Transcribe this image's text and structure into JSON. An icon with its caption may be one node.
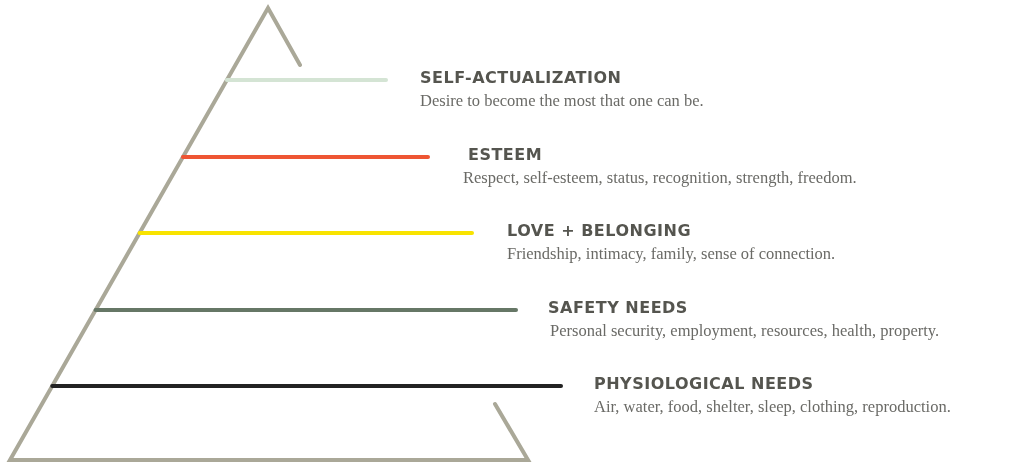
{
  "diagram": {
    "nodes": [
      {
        "text": [
          "SELF-ACTUALIZATION",
          "Desire to become the most that one can be."
        ]
      },
      {
        "text": [
          "ESTEEM",
          "Respect, self-esteem, status, recognition, strength, freedom."
        ]
      },
      {
        "text": [
          "LOVE + BELONGING",
          "Friendship, intimacy, family, sense of connection."
        ]
      },
      {
        "text": [
          "SAFETY NEEDS",
          "Personal security, employment, resources, health, property."
        ]
      },
      {
        "text": [
          "PHYSIOLOGICAL NEEDS",
          "Air, water, food, shelter, sleep, clothing, reproduction."
        ]
      }
    ]
  }
}
